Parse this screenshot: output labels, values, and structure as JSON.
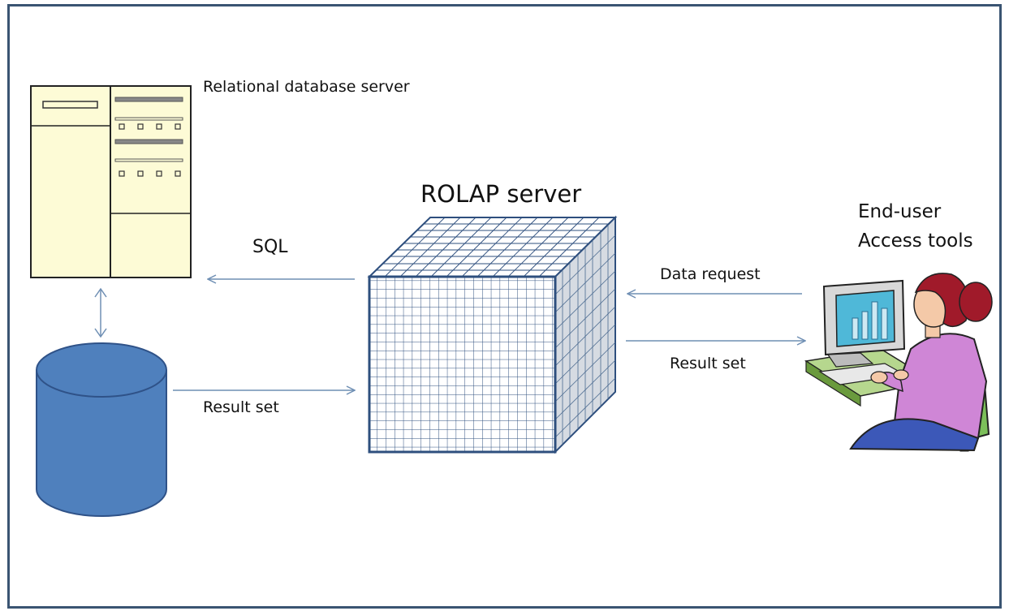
{
  "labels": {
    "db_server": "Relational database server",
    "rolap_server": "ROLAP server",
    "sql": "SQL",
    "end_user_line1": "End-user",
    "end_user_line2": "Access tools",
    "data_request": "Data request",
    "result_set_db": "Result set",
    "result_set_user": "Result set"
  },
  "colors": {
    "frame": "#3a5472",
    "arrow": "#6f8fb4",
    "server_fill": "#fdfbd6",
    "cylinder_fill": "#4f80bd",
    "cylinder_stroke": "#2f5288",
    "cube_grid": "#2e4f7e"
  },
  "icons": {
    "server": "server-cabinet-icon",
    "database": "database-cylinder-icon",
    "cube": "olap-cube-icon",
    "user": "user-at-computer-icon"
  }
}
